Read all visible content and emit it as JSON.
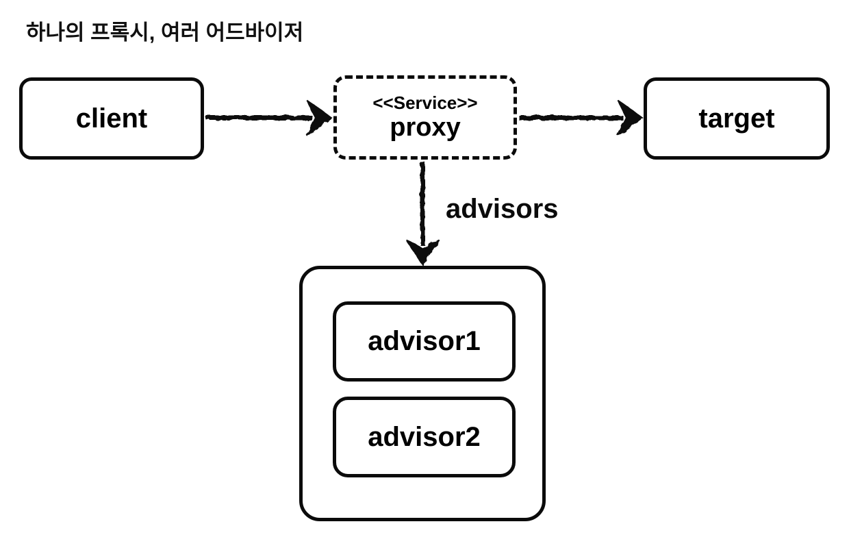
{
  "title": "하나의 프록시, 여러 어드바이저",
  "colors": {
    "ink": "#000000",
    "background": "#ffffff"
  },
  "nodes": {
    "client": {
      "label": "client",
      "shape": "rounded-rect",
      "border": "solid"
    },
    "proxy": {
      "stereotype": "<<Service>>",
      "label": "proxy",
      "shape": "rounded-rect",
      "border": "dashed"
    },
    "target": {
      "label": "target",
      "shape": "rounded-rect",
      "border": "solid"
    },
    "advisors_group": {
      "label": "",
      "shape": "rounded-rect",
      "border": "solid",
      "children": [
        "advisor1",
        "advisor2"
      ]
    },
    "advisor1": {
      "label": "advisor1",
      "shape": "rounded-rect",
      "border": "solid"
    },
    "advisor2": {
      "label": "advisor2",
      "shape": "rounded-rect",
      "border": "solid"
    }
  },
  "edges": [
    {
      "from": "client",
      "to": "proxy",
      "style": "sketch-arrow",
      "label": ""
    },
    {
      "from": "proxy",
      "to": "target",
      "style": "sketch-arrow",
      "label": ""
    },
    {
      "from": "proxy",
      "to": "advisors_group",
      "style": "sketch-arrow",
      "label": "advisors"
    }
  ]
}
